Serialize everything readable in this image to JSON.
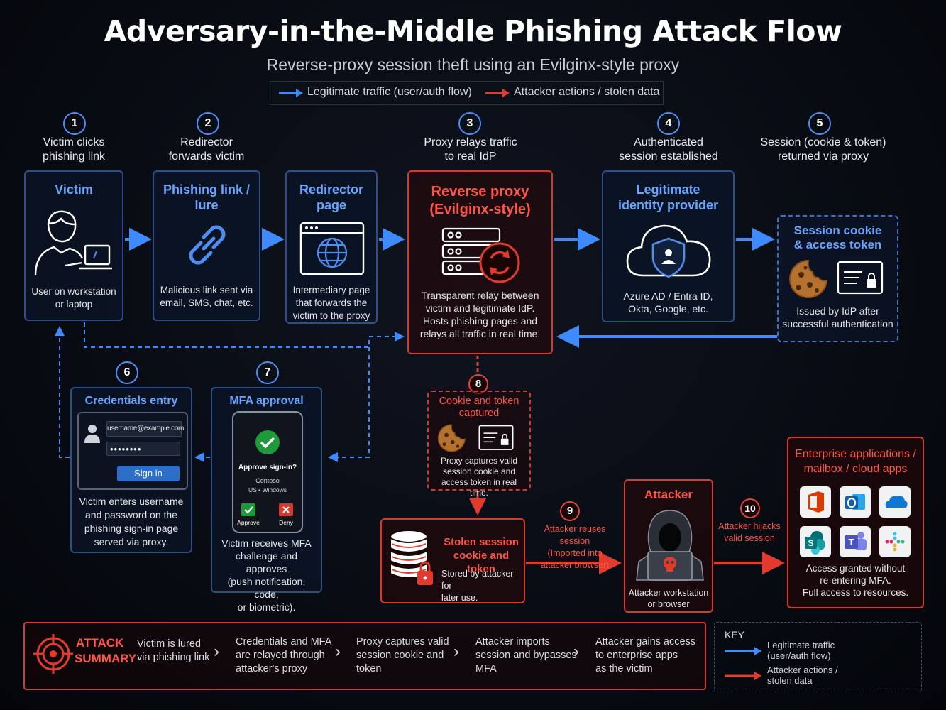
{
  "header": {
    "title": "Adversary-in-the-Middle Phishing Attack Flow",
    "subtitle": "Reverse-proxy session theft using an Evilginx-style proxy"
  },
  "legend": {
    "legit": "Legitimate traffic (user/auth flow)",
    "attacker": "Attacker actions / stolen data"
  },
  "steps": [
    {
      "num": "1",
      "caption": [
        "Victim clicks",
        "phishing link"
      ]
    },
    {
      "num": "2",
      "caption": [
        "Redirector",
        "forwards victim"
      ]
    },
    {
      "num": "3",
      "caption": [
        "Proxy relays traffic",
        "to real IdP"
      ]
    },
    {
      "num": "4",
      "caption": [
        "Authenticated",
        "session established"
      ]
    },
    {
      "num": "5",
      "caption": [
        "Session (cookie & token)",
        "returned via proxy"
      ]
    },
    {
      "num": "6"
    },
    {
      "num": "7"
    },
    {
      "num": "8"
    },
    {
      "num": "9"
    },
    {
      "num": "10"
    }
  ],
  "boxes": {
    "victim": {
      "title": "Victim",
      "text": [
        "User on workstation",
        "or laptop"
      ]
    },
    "phishing": {
      "title": [
        "Phishing link /",
        "lure"
      ],
      "text": [
        "Malicious link sent via",
        "email, SMS, chat, etc."
      ]
    },
    "redirector": {
      "title": [
        "Redirector",
        "page"
      ],
      "text": [
        "Intermediary page",
        "that forwards the",
        "victim to the proxy"
      ]
    },
    "proxy": {
      "title": [
        "Reverse proxy",
        "(Evilginx-style)"
      ],
      "text": [
        "Transparent relay between",
        "victim and legitimate IdP.",
        "Hosts phishing pages and",
        "relays all traffic in real time."
      ]
    },
    "idp": {
      "title": [
        "Legitimate",
        "identity provider"
      ],
      "text": [
        "Azure AD / Entra ID,",
        "Okta, Google, etc."
      ]
    },
    "session": {
      "title": [
        "Session cookie",
        "& access token"
      ],
      "text": [
        "Issued by IdP after",
        "successful authentication"
      ]
    },
    "credentials": {
      "title": "Credentials entry",
      "username": "username@example.com",
      "password": "••••••••",
      "signin": "Sign in",
      "text": [
        "Victim enters username",
        "and password on the",
        "phishing sign-in page",
        "served via proxy."
      ]
    },
    "mfa": {
      "title": "MFA approval",
      "prompt": "Approve sign-in?",
      "org": "Contoso",
      "device": "US • Windows",
      "approve": "Approve",
      "deny": "Deny",
      "text": [
        "Victim receives MFA",
        "challenge and approves",
        "(push notification, code,",
        "or biometric)."
      ]
    },
    "captured": {
      "title": [
        "Cookie and token",
        "captured"
      ],
      "text": [
        "Proxy captures valid",
        "session cookie and",
        "access token in real time."
      ]
    },
    "stolen": {
      "title": [
        "Stolen session",
        "cookie and token"
      ],
      "text": [
        "Stored by attacker for",
        "later use."
      ]
    },
    "attacker": {
      "title": "Attacker",
      "text": [
        "Attacker workstation",
        "or browser"
      ]
    },
    "enterprise": {
      "title": [
        "Enterprise applications /",
        "mailbox / cloud apps"
      ],
      "text": [
        "Access granted without",
        "re-entering MFA.",
        "Full access to resources."
      ]
    }
  },
  "arrow_labels": {
    "reuse": [
      "Attacker reuses session",
      "(Imported into",
      "attacker browser)"
    ],
    "hijack": [
      "Attacker hijacks",
      "valid session"
    ]
  },
  "summary": {
    "heading": [
      "ATTACK",
      "SUMMARY"
    ],
    "items": [
      [
        "Victim is lured",
        "via phishing link"
      ],
      [
        "Credentials and MFA",
        "are relayed through",
        "attacker's proxy"
      ],
      [
        "Proxy captures valid",
        "session cookie and",
        "token"
      ],
      [
        "Attacker imports",
        "session and bypasses",
        "MFA"
      ],
      [
        "Attacker gains access",
        "to enterprise apps",
        "as the victim"
      ]
    ]
  },
  "key": {
    "title": "KEY",
    "legit": [
      "Legitimate traffic",
      "(user/auth flow)"
    ],
    "attacker": [
      "Attacker actions /",
      "stolen data"
    ]
  },
  "colors": {
    "blue": "#3d8bff",
    "red": "#e23b2e",
    "title_blue": "#6aa6ff"
  },
  "icons": [
    "user-laptop-icon",
    "link-icon",
    "globe-browser-icon",
    "server-sync-icon",
    "cloud-shield-icon",
    "cookie-icon",
    "token-card-icon",
    "database-lock-icon",
    "hooded-hacker-icon",
    "office-icon",
    "outlook-icon",
    "onedrive-icon",
    "sharepoint-icon",
    "teams-icon",
    "apps-icon",
    "target-icon"
  ]
}
